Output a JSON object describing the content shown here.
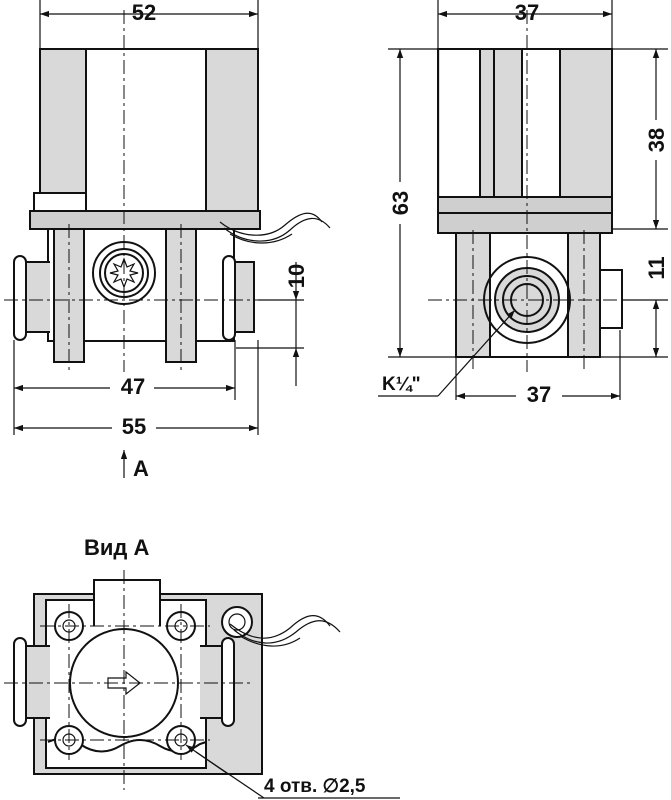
{
  "views": {
    "front": {
      "dims": {
        "width_top": "52",
        "width_bottom_inner": "47",
        "width_bottom_outer": "55",
        "height_offset": "10"
      },
      "view_arrow_label": "A"
    },
    "side": {
      "dims": {
        "width_top": "37",
        "height_total": "63",
        "height_coil": "38",
        "height_port": "11",
        "width_bottom": "37"
      },
      "thread_label": "K¼\""
    },
    "bottom": {
      "title": "Вид А",
      "holes_label": "4 отв. ∅2,5"
    }
  }
}
